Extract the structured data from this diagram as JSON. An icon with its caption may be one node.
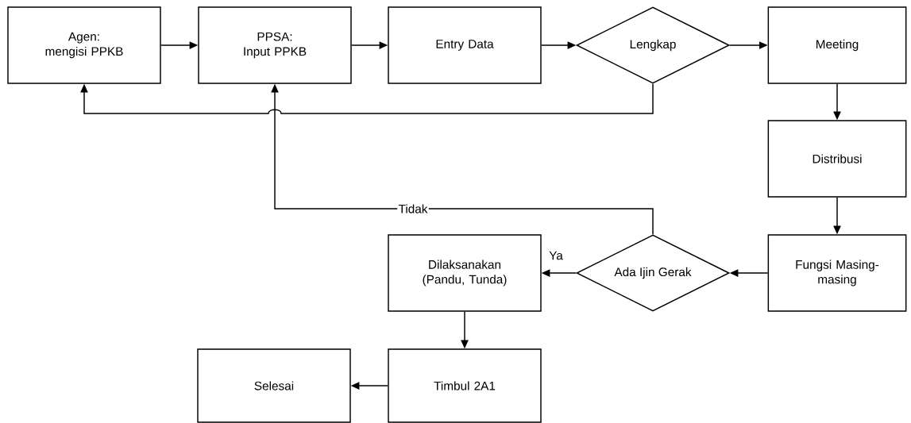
{
  "diagram": {
    "nodes": [
      {
        "text": [
          "Agen:",
          "mengisi PPKB"
        ]
      },
      {
        "text": [
          "PPSA:",
          "Input PPKB"
        ]
      },
      {
        "text": [
          "Entry Data"
        ]
      },
      {
        "text": [
          "Lengkap"
        ]
      },
      {
        "text": [
          "Meeting"
        ]
      },
      {
        "text": [
          "Distribusi"
        ]
      },
      {
        "text": [
          "Fungsi Masing-masing"
        ]
      },
      {
        "text": [
          "Ada Ijin Gerak"
        ]
      },
      {
        "text": [
          "Dilaksanakan (Pandu, Tunda)"
        ]
      },
      {
        "text": [
          "Timbul 2A1"
        ]
      },
      {
        "text": [
          "Selesai"
        ]
      }
    ],
    "edges": [
      {
        "from": 0,
        "to": 1,
        "arrow": "to"
      },
      {
        "from": 1,
        "to": 2,
        "arrow": "to"
      },
      {
        "from": 2,
        "to": 3,
        "arrow": "to"
      },
      {
        "from": 3,
        "to": 4,
        "arrow": "to"
      },
      {
        "from": 3,
        "to": 0,
        "arrow": "to"
      },
      {
        "from": 4,
        "to": 5,
        "arrow": "to"
      },
      {
        "from": 5,
        "to": 6,
        "arrow": "to"
      },
      {
        "from": 6,
        "to": 7,
        "arrow": "to"
      },
      {
        "from": 7,
        "to": 8,
        "label": "Ya",
        "arrow": "to"
      },
      {
        "from": 7,
        "to": 1,
        "label": "Tidak",
        "arrow": "to"
      },
      {
        "from": 8,
        "to": 9,
        "arrow": "to"
      },
      {
        "from": 9,
        "to": 10,
        "arrow": "to"
      }
    ]
  }
}
